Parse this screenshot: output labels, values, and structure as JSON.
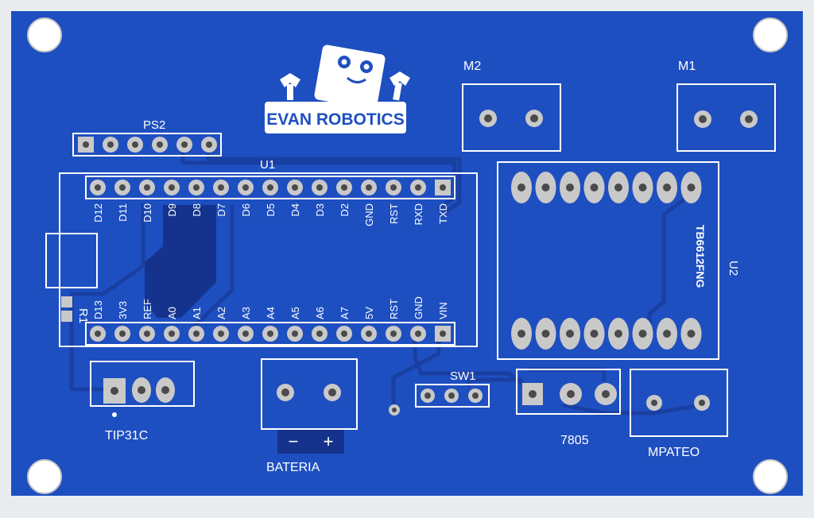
{
  "board": {
    "colors": {
      "background": "#e9ecef",
      "board": "#1e4fc0",
      "trace": "#1a3fa3",
      "pour": "#15338c",
      "silk": "#ffffff",
      "pad": "#c9c9c9",
      "hole": "#4a4a4a"
    }
  },
  "logo": {
    "text": "EVAN ROBOTICS"
  },
  "components": {
    "ps2": {
      "designator": "PS2"
    },
    "u1": {
      "designator": "U1",
      "top_pins": [
        "D12",
        "D11",
        "D10",
        "D9",
        "D8",
        "D7",
        "D6",
        "D5",
        "D4",
        "D3",
        "D2",
        "GND",
        "RST",
        "RXD",
        "TXD"
      ],
      "bottom_pins": [
        "D13",
        "3V3",
        "REF",
        "A0",
        "A1",
        "A2",
        "A3",
        "A4",
        "A5",
        "A6",
        "A7",
        "5V",
        "RST",
        "GND",
        "VIN"
      ]
    },
    "m2": {
      "designator": "M2"
    },
    "m1": {
      "designator": "M1"
    },
    "u2": {
      "designator": "U2",
      "part": "TB6612FNG"
    },
    "r1": {
      "designator": "R1"
    },
    "tip31c": {
      "designator": "TIP31C"
    },
    "bateria": {
      "designator": "BATERIA",
      "minus": "−",
      "plus": "+"
    },
    "sw1": {
      "designator": "SW1"
    },
    "reg7805": {
      "designator": "7805"
    },
    "mpateo": {
      "designator": "MPATEO"
    }
  }
}
